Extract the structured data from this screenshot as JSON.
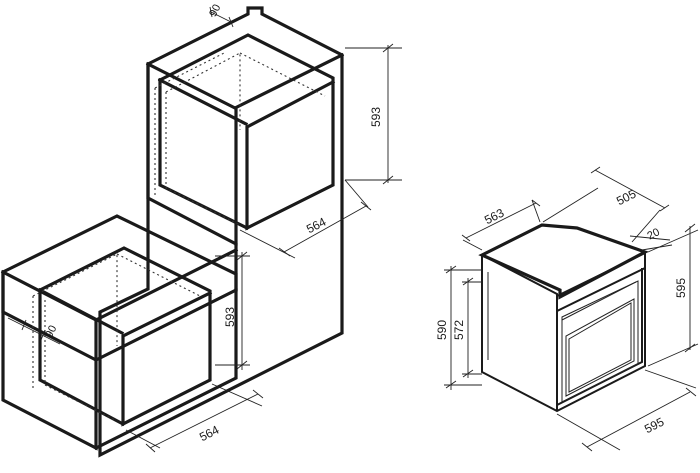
{
  "tall_cabinet": {
    "depth_90": "90",
    "height_593": "593",
    "width_564": "564"
  },
  "under_counter": {
    "depth_90": "90",
    "height_593": "593",
    "width_564": "564"
  },
  "oven": {
    "depth_563": "563",
    "depth_505": "505",
    "offset_20": "20",
    "height_595": "595",
    "height_590": "590",
    "height_572": "572",
    "width_595": "595"
  },
  "colors": {
    "line": "#1a1a1a",
    "background": "#ffffff"
  }
}
